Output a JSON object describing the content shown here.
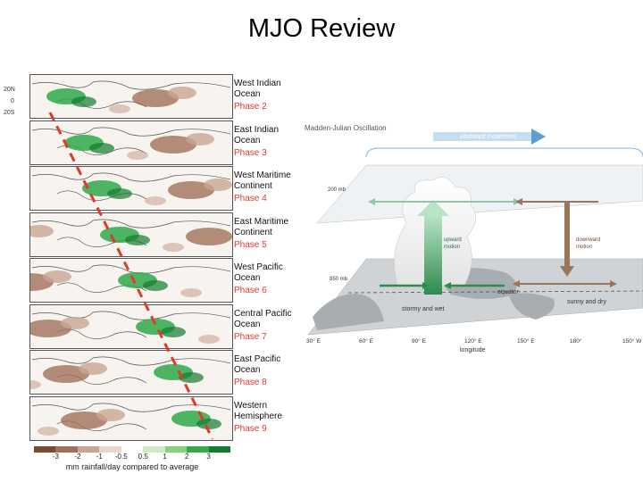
{
  "slide": {
    "title": "MJO Review"
  },
  "map": {
    "lat_labels": [
      "20N",
      "0",
      "20S"
    ],
    "panels": [
      {
        "region": "West Indian Ocean",
        "region_line1": "West Indian",
        "region_line2": "Ocean",
        "phase": "Phase 2"
      },
      {
        "region": "East Indian Ocean",
        "region_line1": "East Indian",
        "region_line2": "Ocean",
        "phase": "Phase 3"
      },
      {
        "region": "West Maritime Continent",
        "region_line1": "West Maritime",
        "region_line2": "Continent",
        "phase": "Phase 4"
      },
      {
        "region": "East Maritime Continent",
        "region_line1": "East Maritime",
        "region_line2": "Continent",
        "phase": "Phase 5"
      },
      {
        "region": "West Pacific Ocean",
        "region_line1": "West Pacific",
        "region_line2": "Ocean",
        "phase": "Phase 6"
      },
      {
        "region": "Central Pacific Ocean",
        "region_line1": "Central Pacific",
        "region_line2": "Ocean",
        "phase": "Phase 7"
      },
      {
        "region": "East Pacific Ocean",
        "region_line1": "East Pacific",
        "region_line2": "Ocean",
        "phase": "Phase 8"
      },
      {
        "region": "Western Hemisphere",
        "region_line1": "Western",
        "region_line2": "Hemisphere",
        "phase": "Phase 9"
      }
    ],
    "legend": {
      "ticks": [
        "-3",
        "-2",
        "-1",
        "-0.5",
        "0.5",
        "1",
        "2",
        "3"
      ],
      "caption": "mm rainfall/day compared to average",
      "colors": [
        "#7a4a2f",
        "#a0705a",
        "#c9a593",
        "#e6d6cc",
        "#ffffff",
        "#cfe9c5",
        "#8ccf7c",
        "#3aa84a",
        "#137a2f"
      ]
    },
    "colors": {
      "dry": "#9c6a52",
      "wet": "#2fa84a",
      "trend_line": "#e03a2b"
    }
  },
  "diagram": {
    "heading": "Madden-Julian Oscillation",
    "movement": "eastward movement",
    "level_upper": "200 mb",
    "level_lower": "850 mb",
    "upward_line1": "upward",
    "upward_line2": "motion",
    "downward_line1": "downward",
    "downward_line2": "motion",
    "equator": "equator",
    "stormy": "stormy and wet",
    "sunny": "sunny and dry",
    "lon_ticks": [
      "30° E",
      "60° E",
      "90° E",
      "120° E",
      "150° E",
      "180°",
      "150° W"
    ],
    "xlabel": "longitude",
    "colors": {
      "upward": "#3c9a5f",
      "downward": "#9b7558",
      "movement_arrow": "#5c9fd0"
    }
  }
}
